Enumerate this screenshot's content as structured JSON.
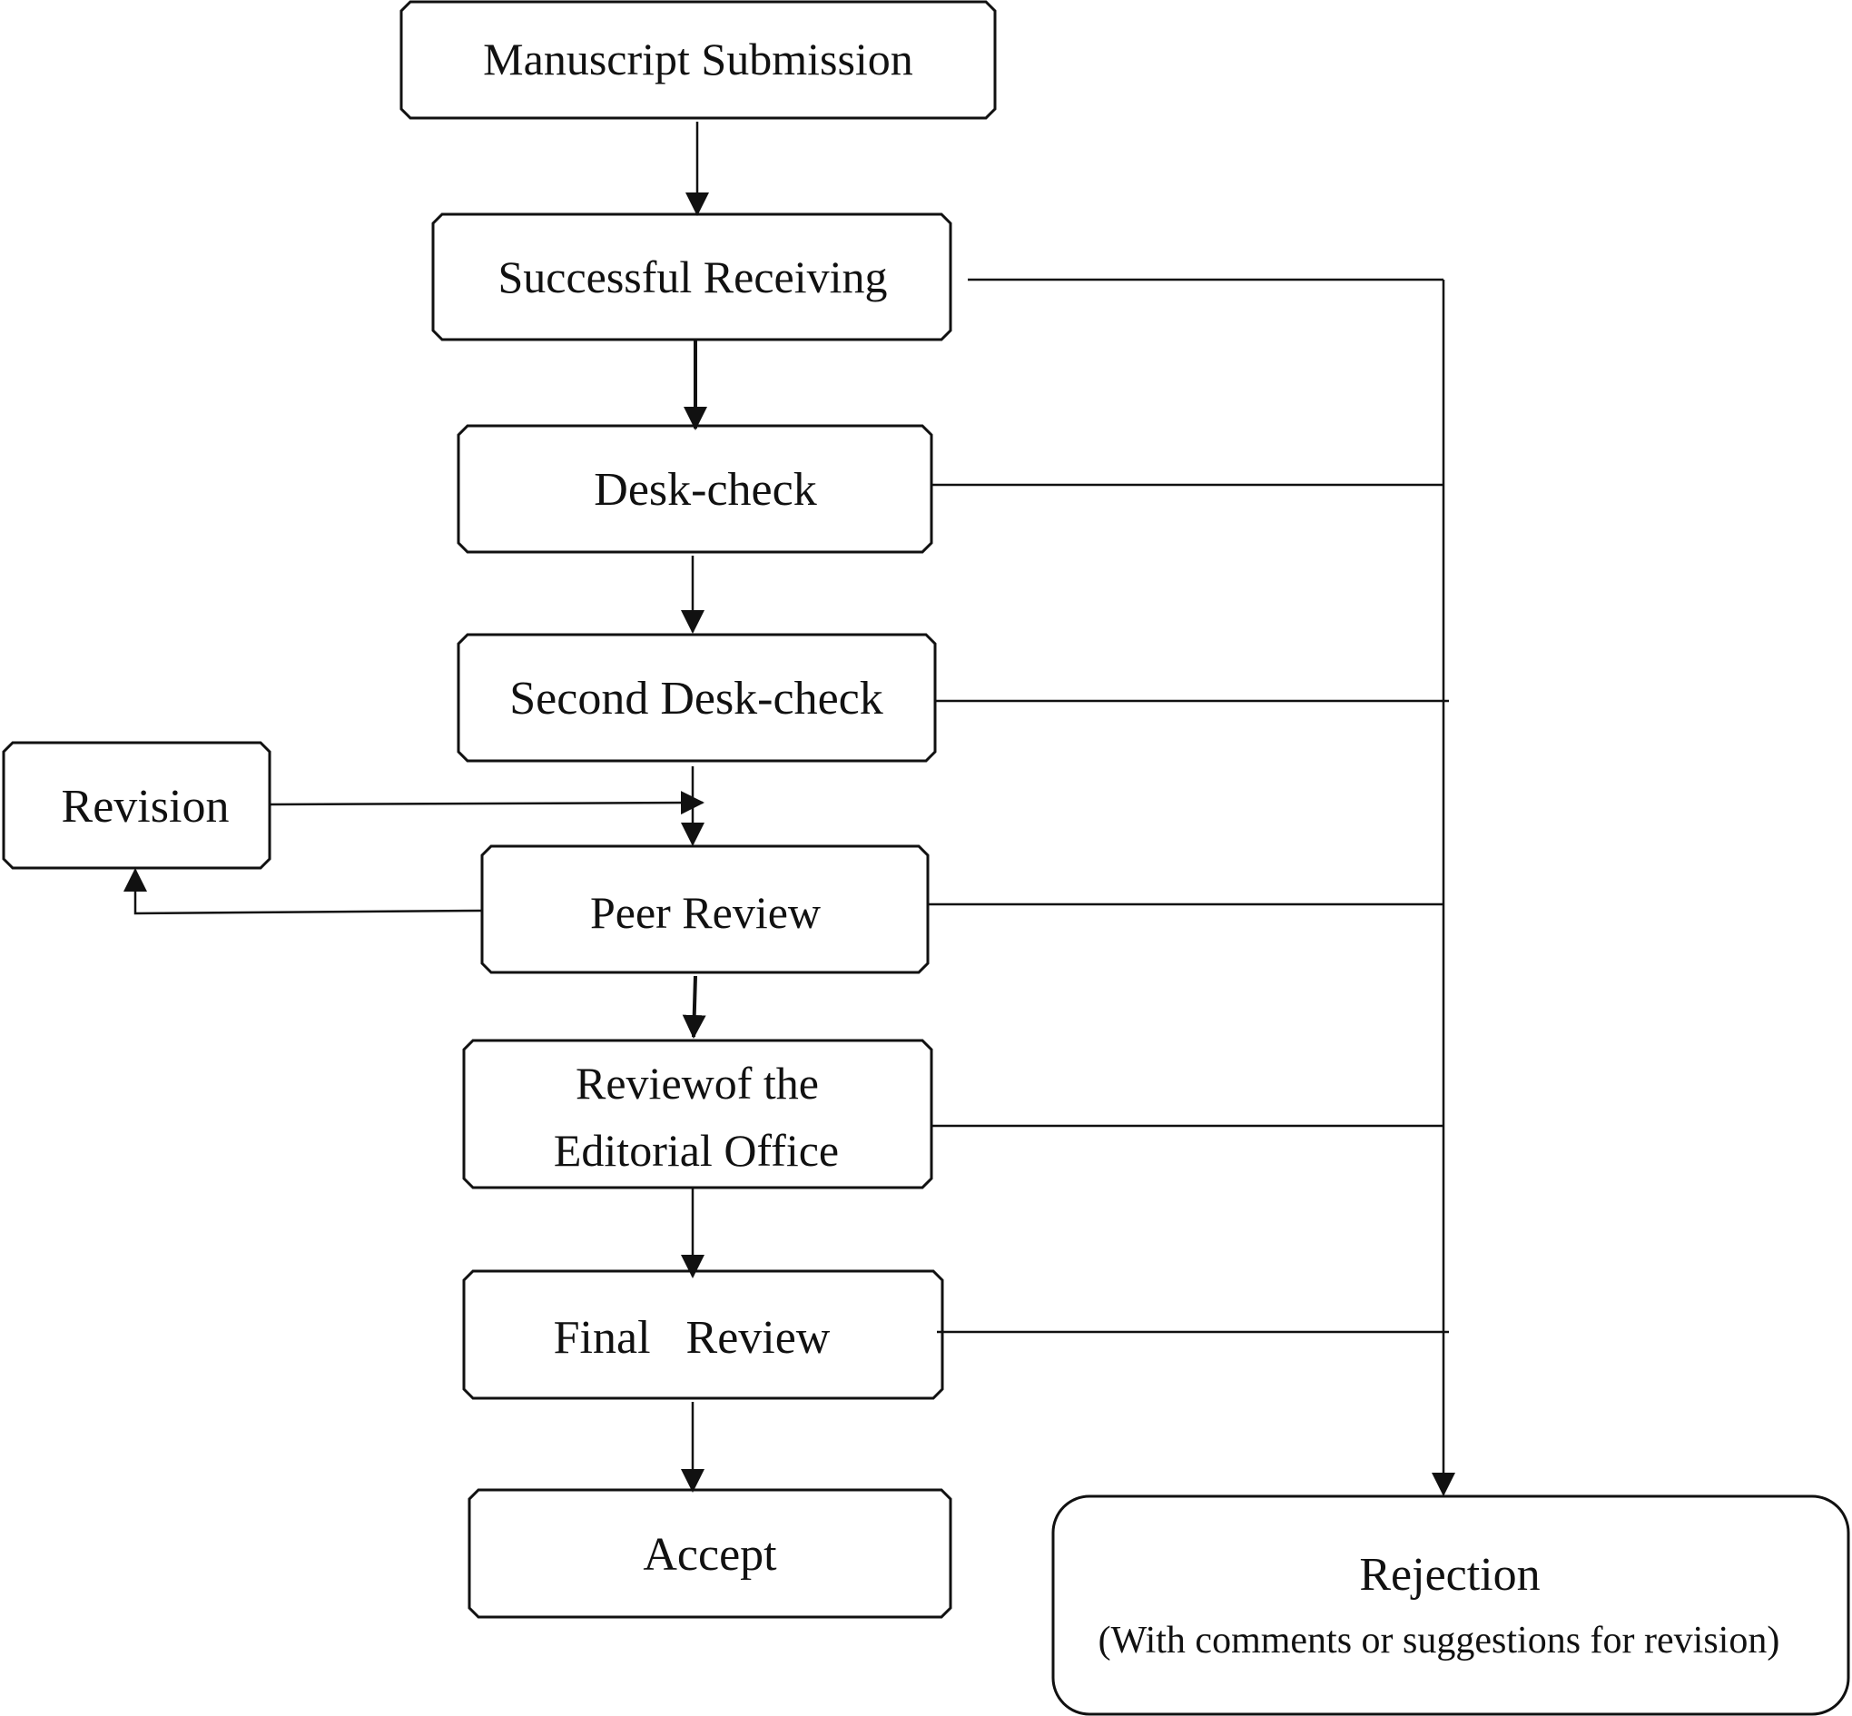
{
  "diagram": {
    "nodes": {
      "submission": "Manuscript Submission",
      "receiving": "Successful Receiving",
      "desk_check": "Desk-check",
      "second_desk_check": "Second Desk-check",
      "revision": "Revision",
      "peer_review": "Peer Review",
      "editorial_review_line1": "Reviewof the",
      "editorial_review_line2": "Editorial Office",
      "final_review": "Final   Review",
      "accept": "Accept",
      "rejection": "Rejection",
      "rejection_note": "(With comments or suggestions for revision)"
    }
  }
}
